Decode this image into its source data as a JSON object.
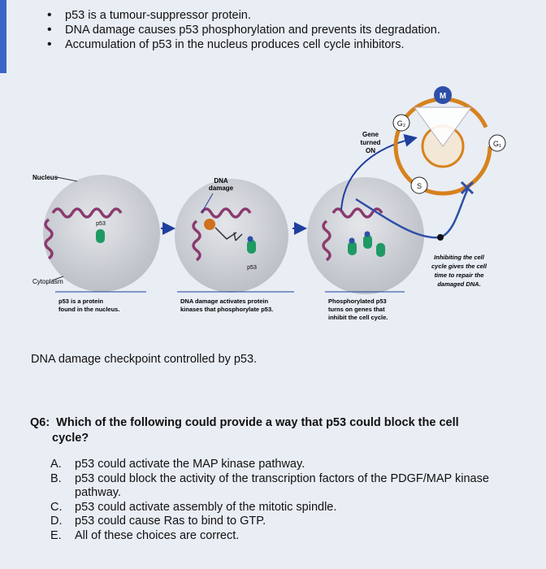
{
  "bullets": [
    "p53 is a tumour-suppressor protein.",
    "DNA damage causes p53 phosphorylation and prevents its degradation.",
    "Accumulation of p53 in the nucleus produces cell cycle inhibitors."
  ],
  "diagram": {
    "nucleus_label": "Nucleus",
    "cytoplasm_label": "Cytoplasm",
    "dna_damage_label": [
      "DNA",
      "damage"
    ],
    "p53_label": "p53",
    "p53_label_2": "p53",
    "gene_on_label": [
      "Gene",
      "turned",
      "ON"
    ],
    "inhibiting_label": [
      "Inhibiting the cell",
      "cycle gives the cell",
      "time to repair the",
      "damaged DNA."
    ],
    "step1_label": [
      "p53 is a protein",
      "found in the nucleus."
    ],
    "step2_label": [
      "DNA damage activates protein",
      "kinases that phosphorylate p53."
    ],
    "step3_label": [
      "Phosphorylated p53",
      "turns on genes that",
      "inhibit the cell cycle."
    ],
    "cycle_phases": {
      "m": "M",
      "g2": "G₂",
      "g1": "G₁",
      "s": "S"
    },
    "colors": {
      "cell": "#c9ccd2",
      "dna": "#8a3a6e",
      "p53": "#1f9a63",
      "kinase": "#d0721d",
      "arrow": "#1f3f9e",
      "cycle": "#d6821e",
      "block": "#2e4fa8"
    }
  },
  "caption": "DNA damage checkpoint controlled by p53.",
  "question": {
    "number": "Q6:",
    "text_line1": "Which of the following could provide a way that p53 could block the cell",
    "text_line2": "cycle?"
  },
  "options": [
    {
      "letter": "A.",
      "text": "p53 could activate the MAP kinase pathway."
    },
    {
      "letter": "B.",
      "text": "p53 could block the activity of the transcription factors of the PDGF/MAP kinase pathway."
    },
    {
      "letter": "C.",
      "text": "p53 could activate assembly of the mitotic spindle."
    },
    {
      "letter": "D.",
      "text": "p53 could cause Ras to bind to GTP."
    },
    {
      "letter": "E.",
      "text": "All of these choices are correct."
    }
  ]
}
